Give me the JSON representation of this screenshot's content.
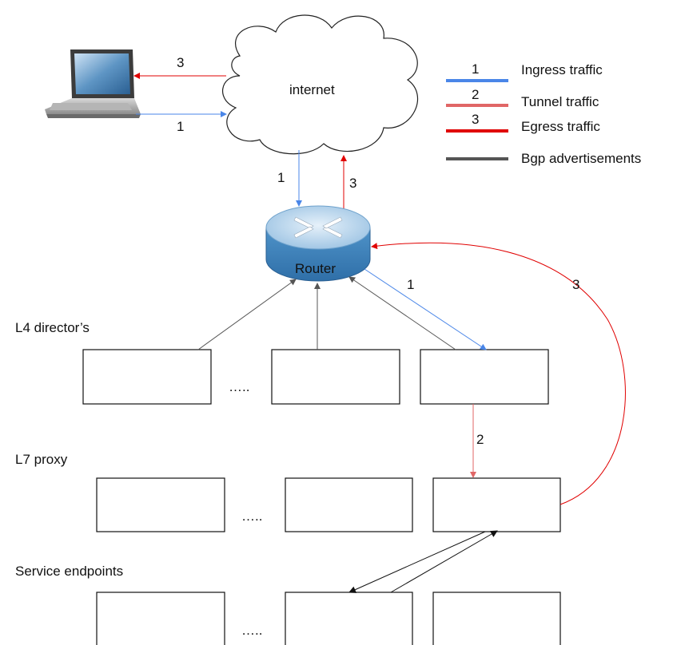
{
  "labels": {
    "internet": "internet",
    "router": "Router",
    "l4": "L4 director’s",
    "l7": "L7 proxy",
    "service": "Service endpoints",
    "ellipsis": "…..",
    "n1": "1",
    "n2": "2",
    "n3": "3"
  },
  "legend": [
    {
      "num": "1",
      "label": "Ingress traffic",
      "color": "#4a86e8"
    },
    {
      "num": "2",
      "label": "Tunnel traffic",
      "color": "#e06666"
    },
    {
      "num": "3",
      "label": "Egress traffic",
      "color": "#e00000"
    },
    {
      "num": "",
      "label": "Bgp advertisements",
      "color": "#555555"
    }
  ],
  "colors": {
    "ingress": "#4a86e8",
    "tunnel": "#e06666",
    "egress": "#e00000",
    "bgp": "#555555",
    "service": "#111111"
  },
  "icons": [
    "laptop-icon",
    "cloud-icon",
    "router-icon"
  ]
}
